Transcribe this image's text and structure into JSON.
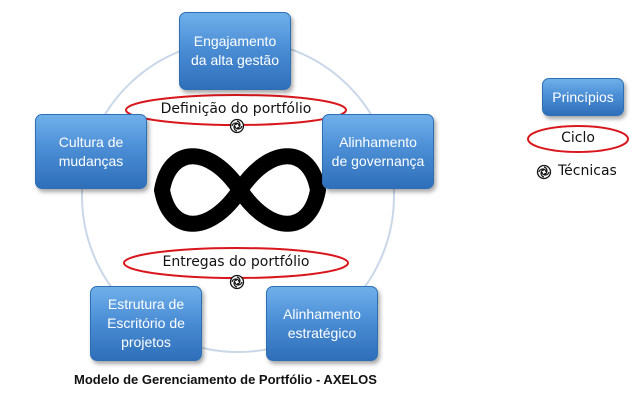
{
  "principles": [
    {
      "id": "engajamento",
      "label": "Engajamento\nda alta gestão"
    },
    {
      "id": "alinhamento-governanca",
      "label": "Alinhamento\nde governança"
    },
    {
      "id": "alinhamento-estrategico",
      "label": "Alinhamento\nestratégico"
    },
    {
      "id": "estrutura-escritorio",
      "label": "Estrutura de\nEscritório de\nprojetos"
    },
    {
      "id": "cultura-mudancas",
      "label": "Cultura de\nmudanças"
    }
  ],
  "cycle": {
    "top_label": "Definição do portfólio",
    "bottom_label": "Entregas do portfólio",
    "symbol": "infinity-symbol"
  },
  "legend": {
    "principles_label": "Princípios",
    "cycle_label": "Ciclo",
    "techniques_label": "Técnicas",
    "techniques_icon": "swirl-icon"
  },
  "caption": "Modelo de Gerenciamento de Portfólio - AXELOS",
  "colors": {
    "box_fill": "#4c8fd6",
    "box_border": "#2d6fb5",
    "cycle_ellipse": "#d9161c",
    "ring": "#c9d7e8",
    "infinity": "#000000"
  }
}
